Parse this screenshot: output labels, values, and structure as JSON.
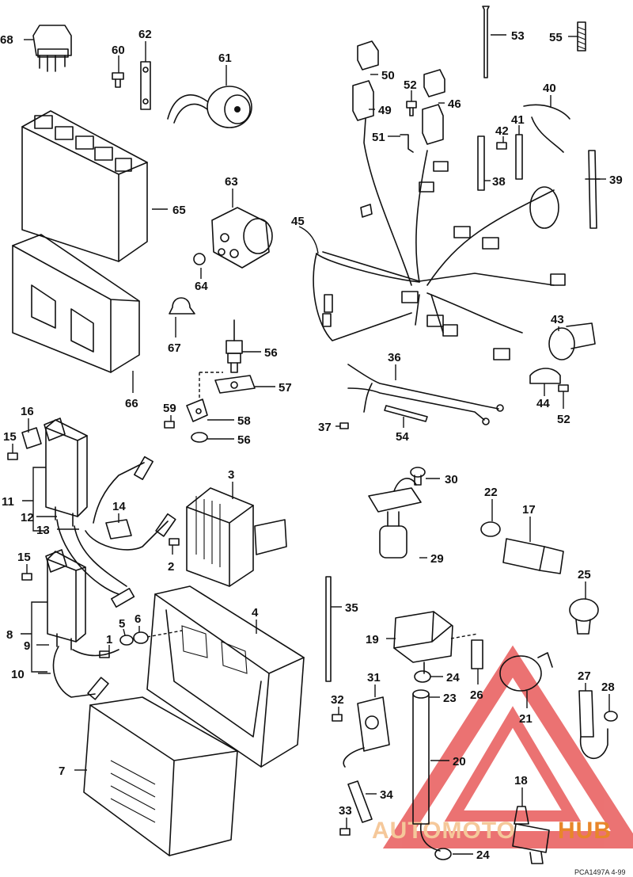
{
  "diagram": {
    "figure_code": "PCA1497A 4-99",
    "watermark": {
      "text_light": "AUTOMOTO",
      "text_dark": "HUB",
      "color_light": "#f5c89a",
      "color_dark": "#e8862a",
      "triangle_color": "#e85a5a"
    },
    "callouts": [
      "68",
      "60",
      "62",
      "61",
      "53",
      "55",
      "50",
      "52",
      "46",
      "49",
      "40",
      "42",
      "41",
      "51",
      "38",
      "39",
      "65",
      "63",
      "45",
      "64",
      "67",
      "56",
      "43",
      "57",
      "36",
      "44",
      "52b",
      "66",
      "59",
      "58",
      "56b",
      "37",
      "54",
      "16",
      "15",
      "3",
      "30",
      "22",
      "17",
      "11",
      "14",
      "12",
      "13",
      "2",
      "29",
      "25",
      "15b",
      "35",
      "8",
      "5",
      "6",
      "4",
      "19",
      "9",
      "1",
      "24",
      "26",
      "21",
      "10",
      "31",
      "23",
      "27",
      "28",
      "32",
      "7",
      "20",
      "18",
      "34",
      "33",
      "24b"
    ],
    "labels": {
      "c68": "68",
      "c60": "60",
      "c62": "62",
      "c61": "61",
      "c53": "53",
      "c55": "55",
      "c50": "50",
      "c52": "52",
      "c46": "46",
      "c49": "49",
      "c40": "40",
      "c42": "42",
      "c41": "41",
      "c51": "51",
      "c38": "38",
      "c39": "39",
      "c65": "65",
      "c63": "63",
      "c45": "45",
      "c64": "64",
      "c67": "67",
      "c56": "56",
      "c43": "43",
      "c57": "57",
      "c36": "36",
      "c44": "44",
      "c52b": "52",
      "c66": "66",
      "c59": "59",
      "c58": "58",
      "c56b": "56",
      "c37": "37",
      "c54": "54",
      "c16": "16",
      "c15": "15",
      "c3": "3",
      "c30": "30",
      "c22": "22",
      "c17": "17",
      "c11": "11",
      "c14": "14",
      "c12": "12",
      "c13": "13",
      "c2": "2",
      "c29": "29",
      "c25": "25",
      "c15b": "15",
      "c35": "35",
      "c8": "8",
      "c5": "5",
      "c6": "6",
      "c4": "4",
      "c19": "19",
      "c9": "9",
      "c1": "1",
      "c24": "24",
      "c26": "26",
      "c21": "21",
      "c10": "10",
      "c31": "31",
      "c23": "23",
      "c27": "27",
      "c28": "28",
      "c32": "32",
      "c7": "7",
      "c20": "20",
      "c18": "18",
      "c34": "34",
      "c33": "33",
      "c24b": "24"
    }
  }
}
